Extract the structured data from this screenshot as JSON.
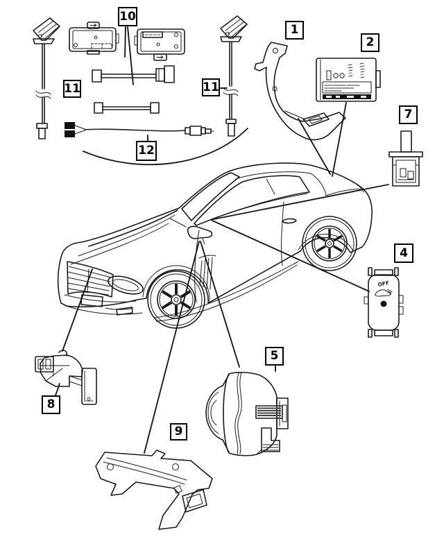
{
  "diagram": {
    "kind": "vehicle-security-parts-diagram",
    "background_color": "#ffffff",
    "line_color": "#1a1a1a",
    "callouts": {
      "c1": {
        "label": "1"
      },
      "c2": {
        "label": "2"
      },
      "c4": {
        "label": "4"
      },
      "c5": {
        "label": "5"
      },
      "c7": {
        "label": "7"
      },
      "c8": {
        "label": "8"
      },
      "c9": {
        "label": "9"
      },
      "c10": {
        "label": "10"
      },
      "c11_left": {
        "label": "11"
      },
      "c11_right": {
        "label": "11"
      },
      "c12": {
        "label": "12"
      }
    },
    "part_markings": {
      "switch_off_label": "OFF"
    }
  }
}
